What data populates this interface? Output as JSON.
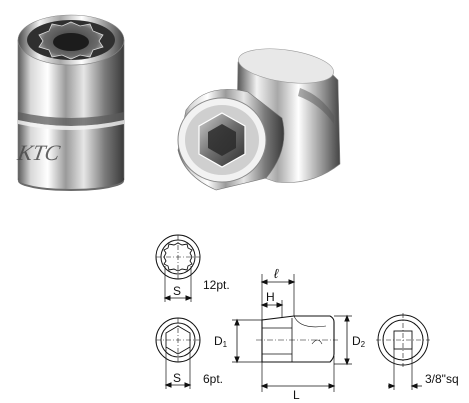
{
  "product": {
    "brand_engraving": "KTC"
  },
  "diagram": {
    "label_12pt": "12pt.",
    "label_6pt": "6pt.",
    "dim_S_top": "S",
    "dim_S_bottom": "S",
    "dim_l": "ℓ",
    "dim_H": "H",
    "dim_D1": "D",
    "dim_D1_sub": "1",
    "dim_D2": "D",
    "dim_D2_sub": "2",
    "dim_L": "L",
    "drive_size": "3/8\"sq"
  },
  "colors": {
    "chrome_light": "#f4f4f4",
    "chrome_mid": "#b9b9b9",
    "chrome_dark": "#3c3c3c",
    "line": "#111111"
  }
}
